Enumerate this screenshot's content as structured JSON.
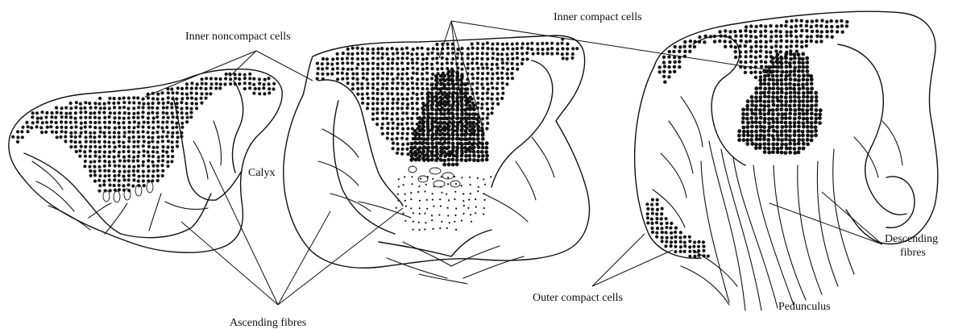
{
  "labels": {
    "inner_noncompact": "Inner noncompact cells",
    "inner_compact": "Inner compact cells",
    "calyx": "Calyx",
    "ascending": "Ascending fibres",
    "outer_compact": "Outer compact cells",
    "pedunculus": "Pedunculus",
    "descending_1": "Descending",
    "descending_2": "fibres"
  }
}
